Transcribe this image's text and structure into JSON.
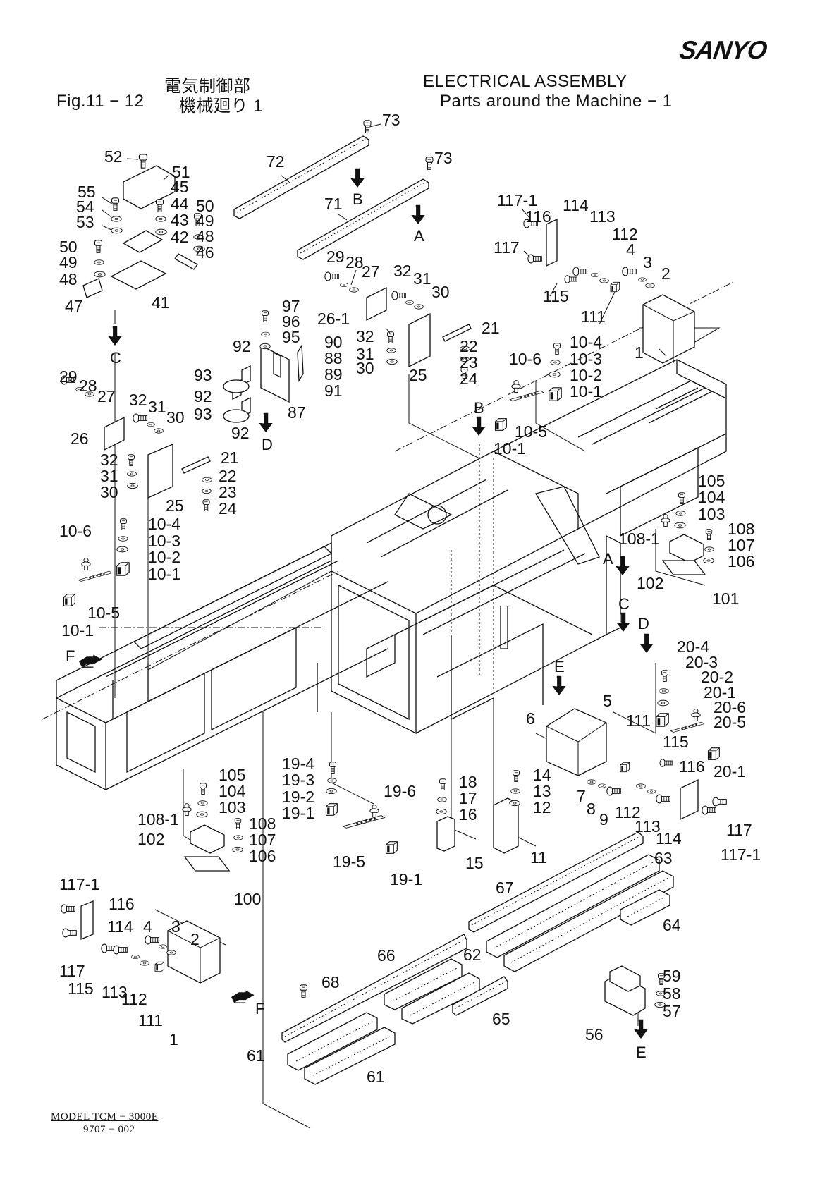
{
  "header": {
    "brand": "SANYO",
    "jp_section": "電気制御部",
    "fig_number": "Fig.11 − 12",
    "jp_title": "機械廻り 1",
    "en_section": "ELECTRICAL  ASSEMBLY",
    "en_title": "Parts  around  the  Machine − 1"
  },
  "footer": {
    "model": "MODEL  TCM − 3000E",
    "code": "9707 − 002"
  },
  "view_arrows": [
    "A",
    "B",
    "C",
    "D",
    "E",
    "F"
  ],
  "callouts": [
    "73",
    "73",
    "72",
    "71",
    "52",
    "51",
    "55",
    "45",
    "54",
    "44",
    "53",
    "43",
    "50",
    "49",
    "48",
    "42",
    "46",
    "41",
    "47",
    "50",
    "49",
    "48",
    "29",
    "28",
    "27",
    "32",
    "31",
    "30",
    "26-1",
    "21",
    "22",
    "23",
    "24",
    "25",
    "32",
    "31",
    "30",
    "97",
    "96",
    "95",
    "90",
    "88",
    "89",
    "91",
    "87",
    "92",
    "93",
    "92",
    "93",
    "92",
    "29",
    "28",
    "27",
    "32",
    "31",
    "30",
    "26",
    "21",
    "22",
    "23",
    "24",
    "25",
    "32",
    "31",
    "30",
    "117-1",
    "116",
    "114",
    "113",
    "112",
    "117",
    "4",
    "3",
    "2",
    "115",
    "111",
    "1",
    "10-4",
    "10-3",
    "10-2",
    "10-6",
    "10-1",
    "10-5",
    "10-1",
    "10-6",
    "10-4",
    "10-3",
    "10-2",
    "10-1",
    "10-5",
    "10-1",
    "105",
    "104",
    "103",
    "108-1",
    "108",
    "107",
    "106",
    "102",
    "101",
    "20-4",
    "20-3",
    "20-2",
    "20-1",
    "20-6",
    "20-5",
    "20-1",
    "5",
    "6",
    "111",
    "115",
    "116",
    "7",
    "8",
    "9",
    "112",
    "113",
    "114",
    "117",
    "117-1",
    "14",
    "13",
    "12",
    "11",
    "18",
    "17",
    "16",
    "15",
    "19-4",
    "19-3",
    "19-2",
    "19-1",
    "19-6",
    "19-5",
    "19-1",
    "105",
    "104",
    "103",
    "108-1",
    "108",
    "107",
    "106",
    "102",
    "100",
    "117-1",
    "116",
    "114",
    "4",
    "3",
    "2",
    "117",
    "115",
    "113",
    "112",
    "111",
    "1",
    "67",
    "63",
    "64",
    "66",
    "62",
    "65",
    "68",
    "61",
    "61",
    "59",
    "58",
    "57",
    "56"
  ]
}
